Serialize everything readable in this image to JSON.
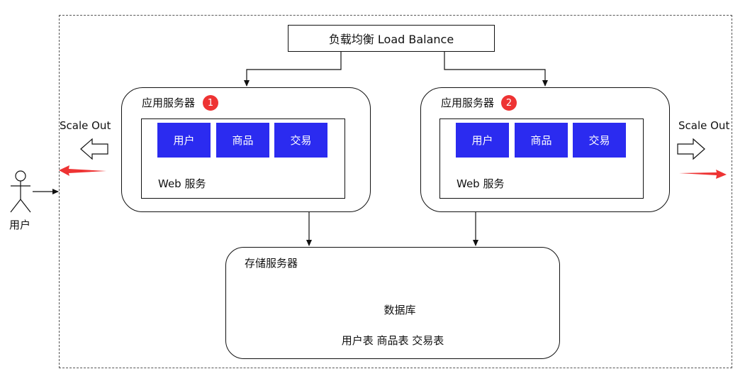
{
  "load_balancer": {
    "label": "负载均衡 Load Balance"
  },
  "app_servers": [
    {
      "title": "应用服务器",
      "badge": "1",
      "modules": [
        "用户",
        "商品",
        "交易"
      ],
      "web_label": "Web 服务"
    },
    {
      "title": "应用服务器",
      "badge": "2",
      "modules": [
        "用户",
        "商品",
        "交易"
      ],
      "web_label": "Web 服务"
    }
  ],
  "storage": {
    "title": "存储服务器",
    "db_label": "数据库",
    "tables_label": "用户表 商品表 交易表"
  },
  "scale_left": "Scale Out",
  "scale_right": "Scale Out",
  "user": {
    "label": "用户"
  },
  "colors": {
    "module_fill": "#2b2bf0",
    "badge": "#ee3333",
    "red_arrow": "#ee3333"
  }
}
